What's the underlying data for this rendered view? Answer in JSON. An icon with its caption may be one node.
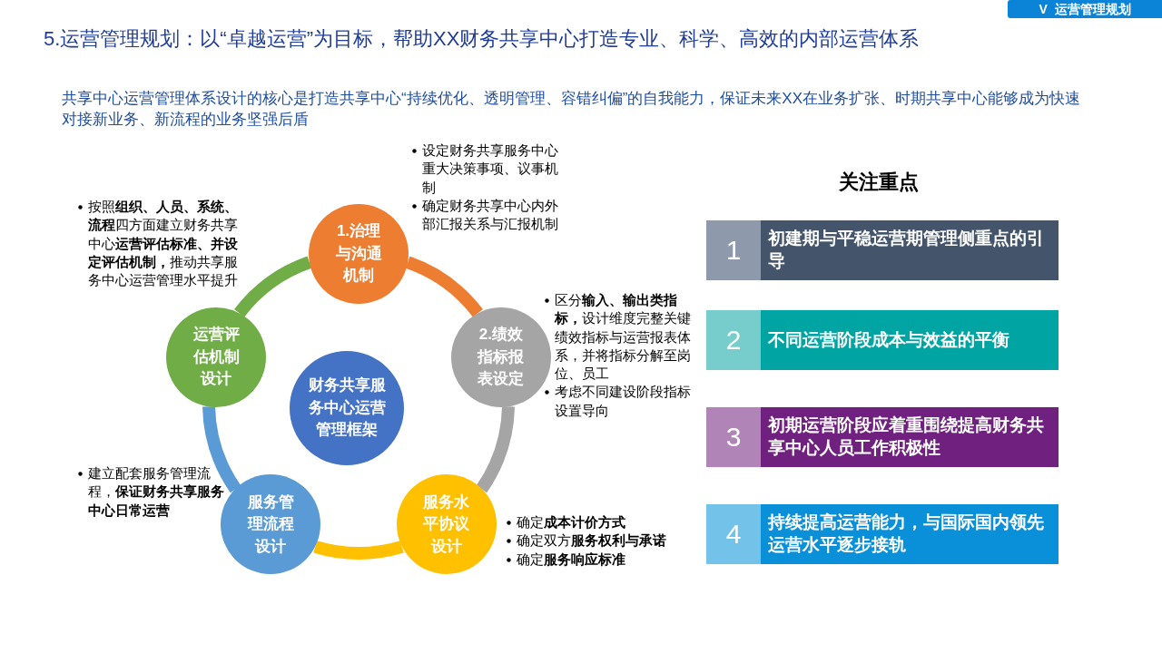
{
  "diagram": {
    "title": "5.运营管理规划：以“卓越运营”为目标，帮助XX财务共享中心打造专业、科学、高效的内部运营体系",
    "nodes": [
      {
        "text": [
          "财务共享服务中心运营管理框架"
        ]
      },
      {
        "text": [
          "1.治理与沟通机制"
        ],
        "beside": [
          "设定财务共享服务中心重大决策事项、议事机制",
          "确定财务共享中心内外部汇报关系与汇报机制"
        ]
      },
      {
        "text": [
          "2.绩效指标报表设定"
        ],
        "beside": [
          "区分**输入、输出类指标，**设计维度完整关键绩效指标与运营报表体系，并将指标分解至岗位、员工",
          "考虑不同建设阶段指标设置导向"
        ]
      },
      {
        "text": [
          "服务水平协议设计"
        ],
        "beside": [
          "确定**成本计价方式**",
          "确定双方**服务权利与承诺**",
          "确定**服务响应标准**"
        ]
      },
      {
        "text": [
          "服务管理流程设计"
        ],
        "beside": [
          "建立配套服务管理流程，**保证财务共享服务中心日常运营**"
        ]
      },
      {
        "text": [
          "运营评估机制设计"
        ],
        "beside": [
          "按照**组织、人员、系统、流程**四方面建立财务共享中心**运营评估标准、并设定评估机制，**推动共享服务中心运营管理水平提升"
        ]
      },
      {
        "text": [
          "1",
          "初建期与平稳运营期管理侧重点的引导"
        ]
      },
      {
        "text": [
          "2",
          "不同运营阶段成本与效益的平衡"
        ]
      },
      {
        "text": [
          "3",
          "初期运营阶段应着重围绕提高财务共享中心人员工作积极性"
        ]
      },
      {
        "text": [
          "4",
          "持续提高运营能力，与国际国内领先运营水平逐步接轨"
        ]
      }
    ],
    "edges": [
      {
        "from": 1,
        "to": 2,
        "arrow": "none",
        "color": "#ed7d31"
      },
      {
        "from": 2,
        "to": 3,
        "arrow": "none",
        "color": "#a5a5a5"
      },
      {
        "from": 3,
        "to": 4,
        "arrow": "none",
        "color": "#ffc000"
      },
      {
        "from": 4,
        "to": 5,
        "arrow": "none",
        "color": "#5b9bd5"
      },
      {
        "from": 5,
        "to": 1,
        "arrow": "none",
        "color": "#70ad47"
      }
    ],
    "labels": [
      "V  运营管理规划",
      "共享中心运营管理体系设计的核心是打造共享中心“持续优化、透明管理、容错纠偏”的自我能力，保证未来XX在业务扩张、时期共享中心能够成为快速对接新业务、新流程的业务坚强后盾",
      "关注重点"
    ]
  }
}
